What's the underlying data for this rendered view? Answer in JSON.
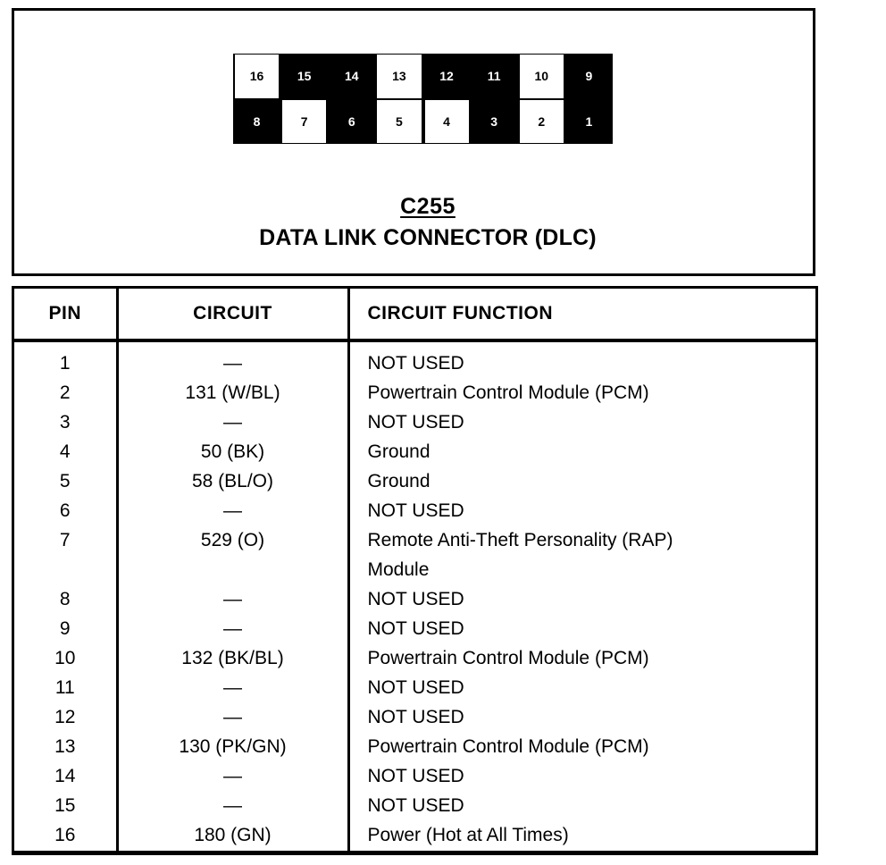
{
  "connector": {
    "id": "C255",
    "name": "DATA LINK CONNECTOR (DLC)",
    "pin_rows": [
      [
        {
          "number": "16",
          "state": "used"
        },
        {
          "number": "15",
          "state": "unused"
        },
        {
          "number": "14",
          "state": "unused"
        },
        {
          "number": "13",
          "state": "used"
        },
        {
          "number": "12",
          "state": "unused"
        },
        {
          "number": "11",
          "state": "unused"
        },
        {
          "number": "10",
          "state": "used"
        },
        {
          "number": "9",
          "state": "unused"
        }
      ],
      [
        {
          "number": "8",
          "state": "unused"
        },
        {
          "number": "7",
          "state": "used"
        },
        {
          "number": "6",
          "state": "unused"
        },
        {
          "number": "5",
          "state": "used"
        },
        {
          "number": "4",
          "state": "used"
        },
        {
          "number": "3",
          "state": "unused"
        },
        {
          "number": "2",
          "state": "used"
        },
        {
          "number": "1",
          "state": "unused"
        }
      ]
    ],
    "colors": {
      "body": "#000000",
      "used_pin_fill": "#ffffff",
      "unused_pin_text": "#ffffff",
      "used_pin_text": "#000000"
    }
  },
  "table": {
    "headers": [
      "PIN",
      "CIRCUIT",
      "CIRCUIT FUNCTION"
    ],
    "rows": [
      {
        "pin": "1",
        "circuit": "—",
        "function": [
          "NOT USED"
        ]
      },
      {
        "pin": "2",
        "circuit": "131 (W/BL)",
        "function": [
          "Powertrain Control Module (PCM)"
        ]
      },
      {
        "pin": "3",
        "circuit": "—",
        "function": [
          "NOT USED"
        ]
      },
      {
        "pin": "4",
        "circuit": "50 (BK)",
        "function": [
          "Ground"
        ]
      },
      {
        "pin": "5",
        "circuit": "58 (BL/O)",
        "function": [
          "Ground"
        ]
      },
      {
        "pin": "6",
        "circuit": "—",
        "function": [
          "NOT USED"
        ]
      },
      {
        "pin": "7",
        "circuit": "529 (O)",
        "function": [
          "Remote Anti-Theft Personality (RAP)",
          "Module"
        ]
      },
      {
        "pin": "8",
        "circuit": "—",
        "function": [
          "NOT USED"
        ]
      },
      {
        "pin": "9",
        "circuit": "—",
        "function": [
          "NOT USED"
        ]
      },
      {
        "pin": "10",
        "circuit": "132 (BK/BL)",
        "function": [
          "Powertrain Control Module (PCM)"
        ]
      },
      {
        "pin": "11",
        "circuit": "—",
        "function": [
          "NOT USED"
        ]
      },
      {
        "pin": "12",
        "circuit": "—",
        "function": [
          "NOT USED"
        ]
      },
      {
        "pin": "13",
        "circuit": "130 (PK/GN)",
        "function": [
          "Powertrain Control Module (PCM)"
        ]
      },
      {
        "pin": "14",
        "circuit": "—",
        "function": [
          "NOT USED"
        ]
      },
      {
        "pin": "15",
        "circuit": "—",
        "function": [
          "NOT USED"
        ]
      },
      {
        "pin": "16",
        "circuit": "180 (GN)",
        "function": [
          "Power (Hot at All Times)"
        ]
      }
    ]
  }
}
